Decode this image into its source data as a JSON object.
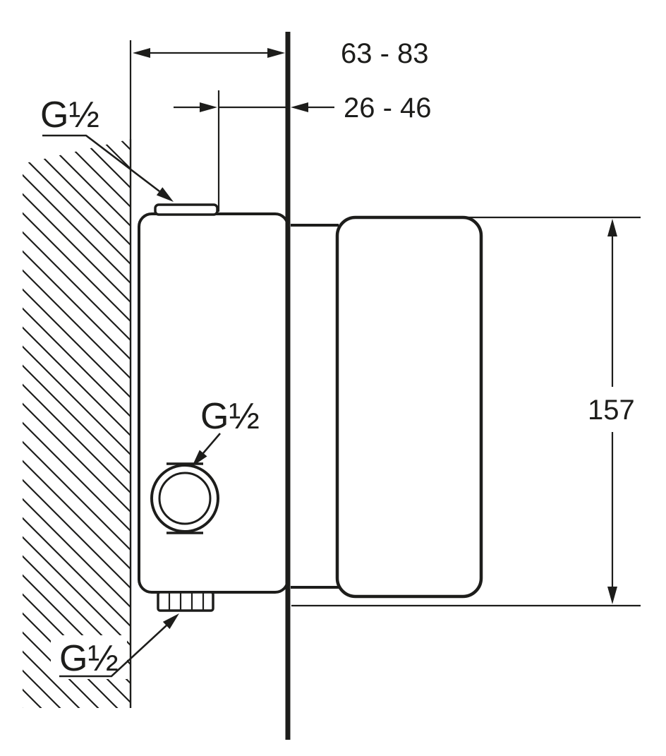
{
  "drawing": {
    "colors": {
      "line": "#1d1d1b",
      "background": "#ffffff"
    },
    "dimensions": {
      "depth_total": "63 - 83",
      "depth_finished": "26 - 46",
      "height": "157"
    },
    "threads": {
      "top_inlet": "G½",
      "side_outlet": "G½",
      "bottom_outlet": "G½"
    }
  }
}
